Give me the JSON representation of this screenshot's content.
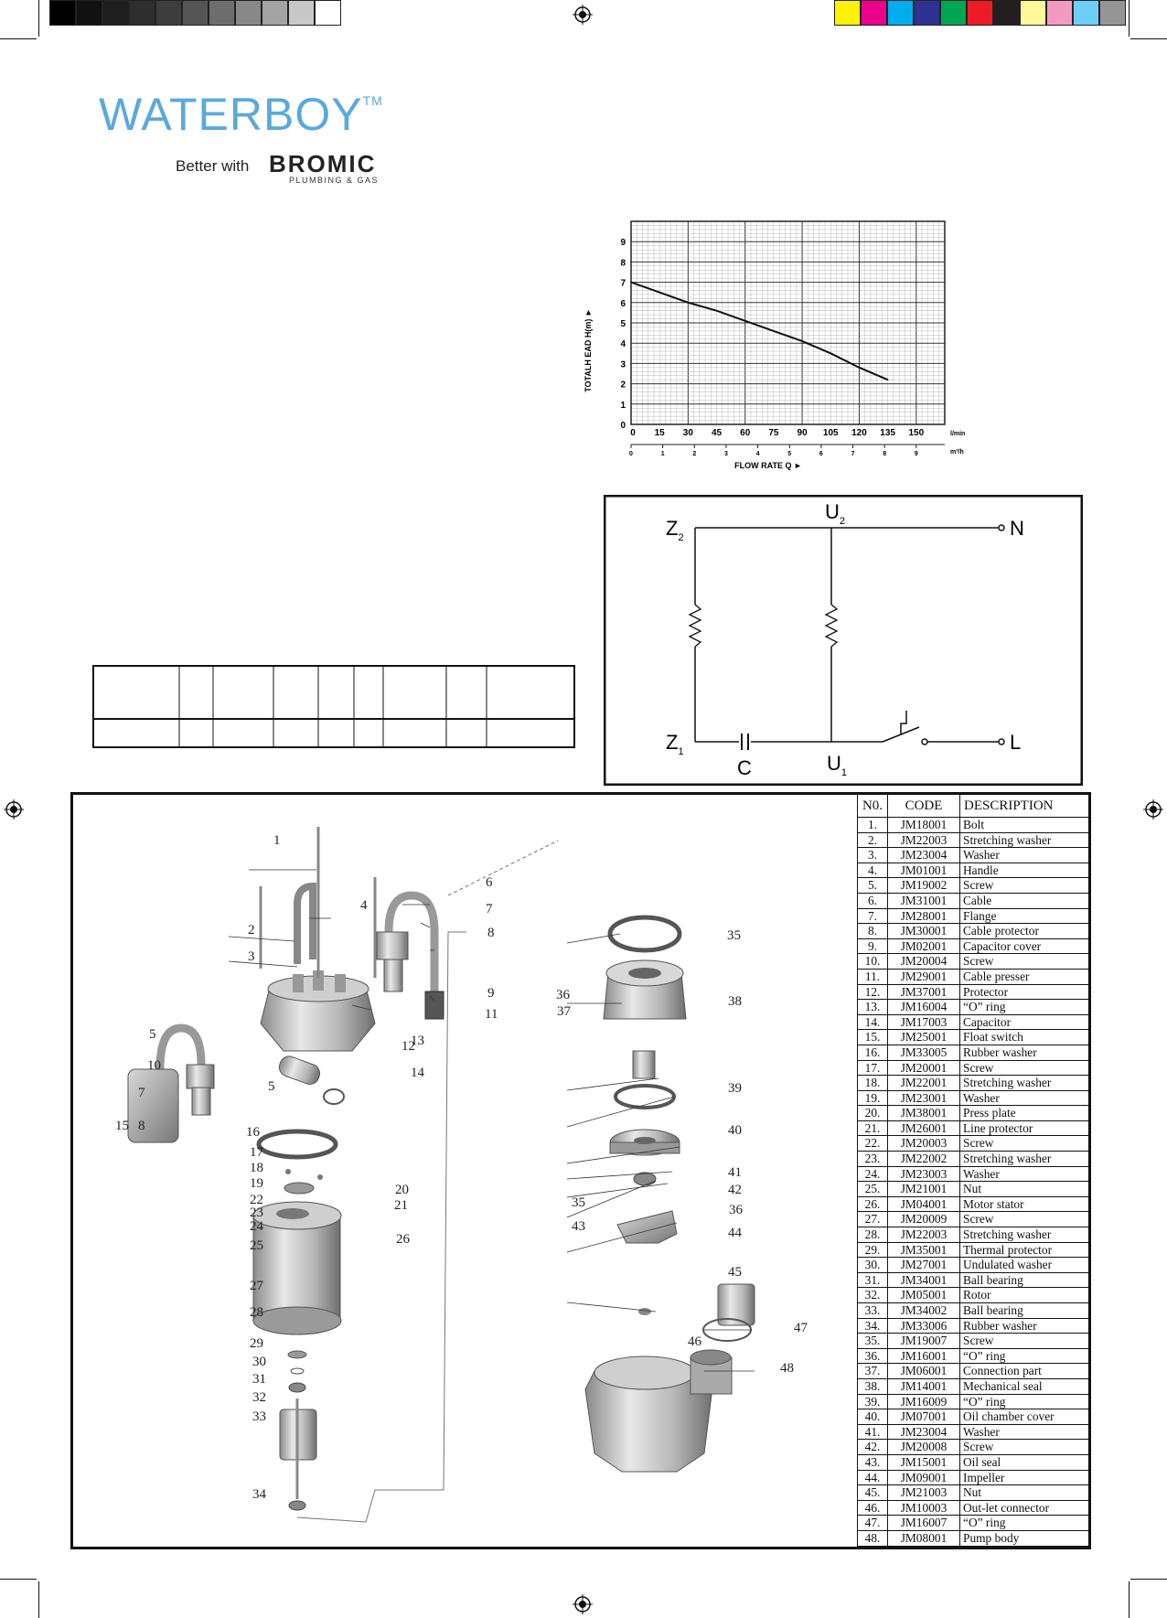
{
  "print_marks": {
    "gray_swatches": [
      "#000000",
      "#111111",
      "#1f1f1f",
      "#2e2e2e",
      "#3d3d3d",
      "#555555",
      "#6e6e6e",
      "#888888",
      "#a3a3a3",
      "#c8c8c8",
      "#ffffff"
    ],
    "color_swatches": [
      "#fff200",
      "#ec008c",
      "#00aeef",
      "#2e3192",
      "#00a651",
      "#ed1c24",
      "#231f20",
      "#fff799",
      "#f49ac1",
      "#6dcff6",
      "#959595"
    ]
  },
  "brand": {
    "name": "WATERBOY",
    "tm": "TM",
    "tagline": "Better with",
    "partner": "BROMIC",
    "partner_sub": "PLUMBING & GAS"
  },
  "chart_data": {
    "type": "line",
    "title": "",
    "ylabel": "TOTALH EAD H(m)",
    "xlabel": "FLOW RATE Q",
    "x_unit_top": "l/min",
    "x_unit_bottom": "m³/h",
    "xlim": [
      0,
      165
    ],
    "ylim": [
      0,
      10
    ],
    "x_ticks_top": [
      "0",
      "15",
      "30",
      "45",
      "60",
      "75",
      "90",
      "105",
      "120",
      "135",
      "150"
    ],
    "x_ticks_bottom": [
      "0",
      "1",
      "2",
      "3",
      "4",
      "5",
      "6",
      "7",
      "8",
      "9"
    ],
    "y_ticks": [
      "0",
      "1",
      "2",
      "3",
      "4",
      "5",
      "6",
      "7",
      "8",
      "9"
    ],
    "grid": true,
    "series": [
      {
        "x": [
          0,
          15,
          30,
          45,
          60,
          75,
          90,
          105,
          120,
          135
        ],
        "y": [
          7.0,
          6.5,
          6.0,
          5.6,
          5.1,
          4.6,
          4.1,
          3.5,
          2.8,
          2.2
        ]
      }
    ]
  },
  "wiring": {
    "labels": {
      "z2": "Z",
      "z2_sub": "2",
      "u2": "U",
      "u2_sub": "2",
      "n": "N",
      "z1": "Z",
      "z1_sub": "1",
      "u1": "U",
      "u1_sub": "1",
      "c": "C",
      "l": "L"
    }
  },
  "callouts": [
    "1",
    "2",
    "3",
    "4",
    "5",
    "6",
    "7",
    "8",
    "9",
    "10",
    "11",
    "12",
    "13",
    "14",
    "5",
    "7",
    "8",
    "15",
    "16",
    "17",
    "18",
    "19",
    "20",
    "21",
    "22",
    "23",
    "24",
    "25",
    "26",
    "27",
    "28",
    "29",
    "30",
    "31",
    "32",
    "33",
    "34",
    "35",
    "36",
    "37",
    "38",
    "39",
    "40",
    "41",
    "42",
    "36",
    "35",
    "43",
    "44",
    "45",
    "46",
    "47",
    "48"
  ],
  "parts": {
    "headers": [
      "N0.",
      "CODE",
      "DESCRIPTION"
    ],
    "rows": [
      [
        "1.",
        "JM18001",
        "Bolt"
      ],
      [
        "2.",
        "JM22003",
        "Stretching washer"
      ],
      [
        "3.",
        "JM23004",
        "Washer"
      ],
      [
        "4.",
        "JM01001",
        "Handle"
      ],
      [
        "5.",
        "JM19002",
        "Screw"
      ],
      [
        "6.",
        "JM31001",
        "Cable"
      ],
      [
        "7.",
        "JM28001",
        "Flange"
      ],
      [
        "8.",
        "JM30001",
        "Cable protector"
      ],
      [
        "9.",
        "JM02001",
        "Capacitor cover"
      ],
      [
        "10.",
        "JM20004",
        "Screw"
      ],
      [
        "11.",
        "JM29001",
        "Cable presser"
      ],
      [
        "12.",
        "JM37001",
        "Protector"
      ],
      [
        "13.",
        "JM16004",
        "“O” ring"
      ],
      [
        "14.",
        "JM17003",
        "Capacitor"
      ],
      [
        "15.",
        "JM25001",
        "Float switch"
      ],
      [
        "16.",
        "JM33005",
        "Rubber washer"
      ],
      [
        "17.",
        "JM20001",
        "Screw"
      ],
      [
        "18.",
        "JM22001",
        "Stretching washer"
      ],
      [
        "19.",
        "JM23001",
        "Washer"
      ],
      [
        "20.",
        "JM38001",
        "Press plate"
      ],
      [
        "21.",
        "JM26001",
        "Line protector"
      ],
      [
        "22.",
        "JM20003",
        "Screw"
      ],
      [
        "23.",
        "JM22002",
        "Stretching washer"
      ],
      [
        "24.",
        "JM23003",
        "Washer"
      ],
      [
        "25.",
        "JM21001",
        "Nut"
      ],
      [
        "26.",
        "JM04001",
        "Motor stator"
      ],
      [
        "27.",
        "JM20009",
        "Screw"
      ],
      [
        "28.",
        "JM22003",
        "Stretching washer"
      ],
      [
        "29.",
        "JM35001",
        "Thermal protector"
      ],
      [
        "30.",
        "JM27001",
        "Undulated washer"
      ],
      [
        "31.",
        "JM34001",
        "Ball bearing"
      ],
      [
        "32.",
        "JM05001",
        "Rotor"
      ],
      [
        "33.",
        "JM34002",
        "Ball bearing"
      ],
      [
        "34.",
        "JM33006",
        "Rubber washer"
      ],
      [
        "35.",
        "JM19007",
        "Screw"
      ],
      [
        "36.",
        "JM16001",
        "“O” ring"
      ],
      [
        "37.",
        "JM06001",
        "Connection part"
      ],
      [
        "38.",
        "JM14001",
        "Mechanical seal"
      ],
      [
        "39.",
        "JM16009",
        "“O” ring"
      ],
      [
        "40.",
        "JM07001",
        "Oil chamber cover"
      ],
      [
        "41.",
        "JM23004",
        "Washer"
      ],
      [
        "42.",
        "JM20008",
        "Screw"
      ],
      [
        "43.",
        "JM15001",
        "Oil seal"
      ],
      [
        "44.",
        "JM09001",
        "Impeller"
      ],
      [
        "45.",
        "JM21003",
        "Nut"
      ],
      [
        "46.",
        "JM10003",
        "Out-let connector"
      ],
      [
        "47.",
        "JM16007",
        "“O” ring"
      ],
      [
        "48.",
        "JM08001",
        "Pump body"
      ]
    ]
  }
}
